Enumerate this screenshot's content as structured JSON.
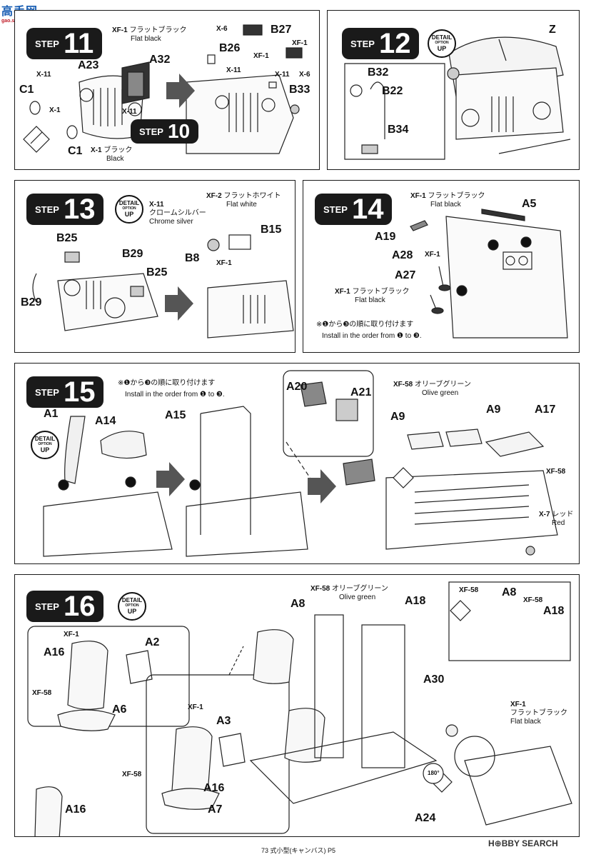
{
  "logo": {
    "brand": "高手网",
    "url": "gao.shou.com"
  },
  "watermark": {
    "text": "H⊕BBY SEARCH"
  },
  "footer": {
    "text": "73 式小型(キャンバス) P5"
  },
  "step11": {
    "word": "STEP",
    "num": "11",
    "sub_word": "STEP",
    "sub_num": "10",
    "paint1": {
      "code": "XF-1",
      "jp": "フラットブラック",
      "en": "Flat black"
    },
    "paint2": {
      "code": "X-1",
      "jp": "ブラック",
      "en": "Black"
    },
    "labels": [
      "A23",
      "A32",
      "C1",
      "C1",
      "B26",
      "B27",
      "B33"
    ],
    "codes": [
      "X-11",
      "X-1",
      "X-11",
      "X-6",
      "XF-1",
      "X-11",
      "XF-1",
      "X-11",
      "X-6"
    ]
  },
  "step12": {
    "word": "STEP",
    "num": "12",
    "detail": {
      "l1": "DETAIL",
      "l2": "OPTION",
      "l3": "UP"
    },
    "labels": [
      "Z",
      "B32",
      "B22",
      "B34"
    ]
  },
  "step13": {
    "word": "STEP",
    "num": "13",
    "detail": {
      "l1": "DETAIL",
      "l2": "OPTION",
      "l3": "UP"
    },
    "paint1": {
      "code": "X-11",
      "jp": "クロームシルバー",
      "en": "Chrome silver"
    },
    "paint2": {
      "code": "XF-2",
      "jp": "フラットホワイト",
      "en": "Flat white"
    },
    "labels": [
      "B25",
      "B29",
      "B25",
      "B29",
      "B15",
      "B8"
    ],
    "codes": [
      "XF-1"
    ]
  },
  "step14": {
    "word": "STEP",
    "num": "14",
    "paint1": {
      "code": "XF-1",
      "jp": "フラットブラック",
      "en": "Flat black"
    },
    "paint2": {
      "code": "XF-1",
      "jp": "フラットブラック",
      "en": "Flat black"
    },
    "labels": [
      "A5",
      "A19",
      "A28",
      "A27"
    ],
    "codes": [
      "XF-1"
    ],
    "note_jp": "※❶から❸の順に取り付けます",
    "note_en": "Install in the order from ❶ to ❸."
  },
  "step15": {
    "word": "STEP",
    "num": "15",
    "detail": {
      "l1": "DETAIL",
      "l2": "OPTION",
      "l3": "UP"
    },
    "note_jp": "※❶から❸の順に取り付けます",
    "note_en": "Install in the order from ❶ to ❸.",
    "paint1": {
      "code": "XF-58",
      "jp": "オリーブグリーン",
      "en": "Olive green"
    },
    "paint2": {
      "code": "X-7",
      "jp": "レッド",
      "en": "Red"
    },
    "labels": [
      "A1",
      "A14",
      "A15",
      "A20",
      "A21",
      "A9",
      "A9",
      "A17"
    ],
    "codes": [
      "XF-58"
    ]
  },
  "step16": {
    "word": "STEP",
    "num": "16",
    "detail": {
      "l1": "DETAIL",
      "l2": "OPTION",
      "l3": "UP"
    },
    "paint1": {
      "code": "XF-58",
      "jp": "オリーブグリーン",
      "en": "Olive green"
    },
    "paint2": {
      "code": "XF-1",
      "jp": "フラットブラック",
      "en": "Flat black"
    },
    "labels": [
      "A8",
      "A18",
      "A8",
      "A18",
      "A16",
      "A2",
      "A6",
      "A3",
      "A16",
      "A7",
      "A16",
      "A30",
      "A24"
    ],
    "codes": [
      "XF-1",
      "XF-58",
      "XF-1",
      "XF-58",
      "XF-58",
      "XF-58"
    ],
    "rotate": "180°"
  }
}
